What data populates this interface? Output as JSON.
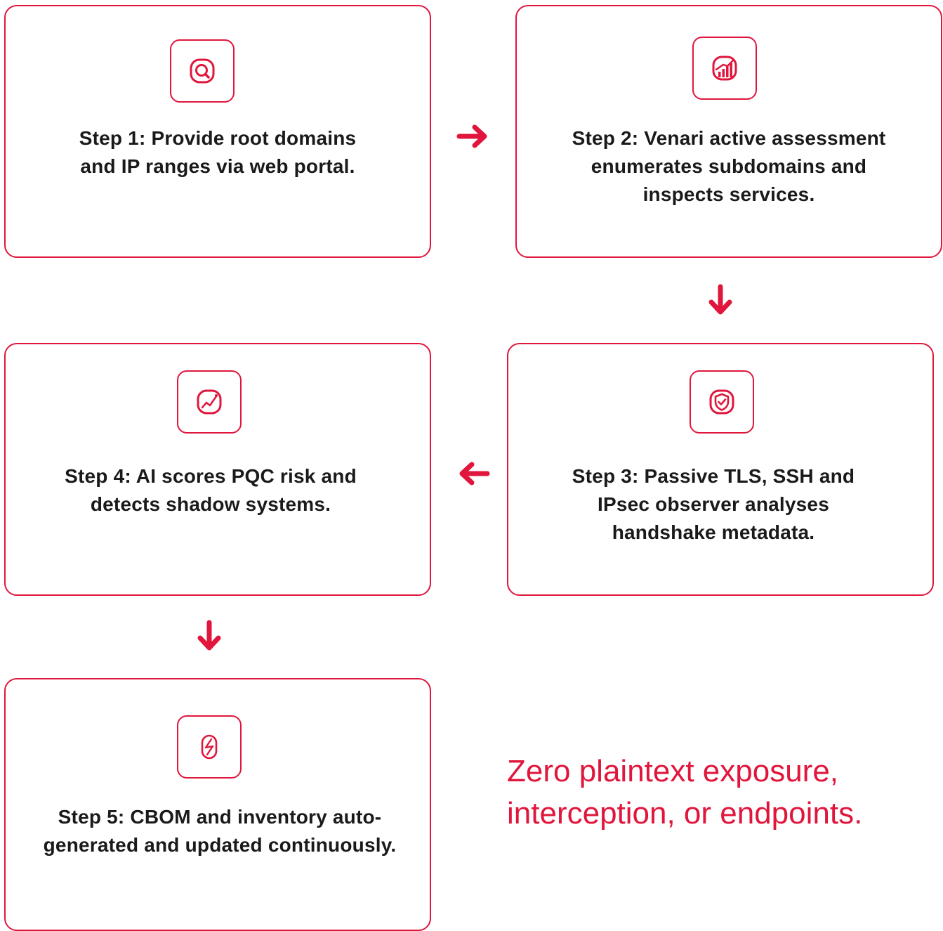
{
  "colors": {
    "accent": "#e0163c",
    "text": "#1a1a1a"
  },
  "steps": [
    {
      "icon": "search-icon",
      "label": "Step 1: Provide root domains and IP ranges via web portal."
    },
    {
      "icon": "bar-chart-icon",
      "label": "Step 2: Venari active assessment enumerates subdomains and inspects services."
    },
    {
      "icon": "shield-check-icon",
      "label": "Step 3: Passive TLS, SSH and IPsec observer analyses handshake metadata."
    },
    {
      "icon": "trend-line-icon",
      "label": "Step 4: AI scores PQC risk and detects shadow systems."
    },
    {
      "icon": "lightning-icon",
      "label": "Step 5: CBOM and inventory auto-generated and updated continuously."
    }
  ],
  "tagline": "Zero plaintext exposure, interception, or endpoints."
}
